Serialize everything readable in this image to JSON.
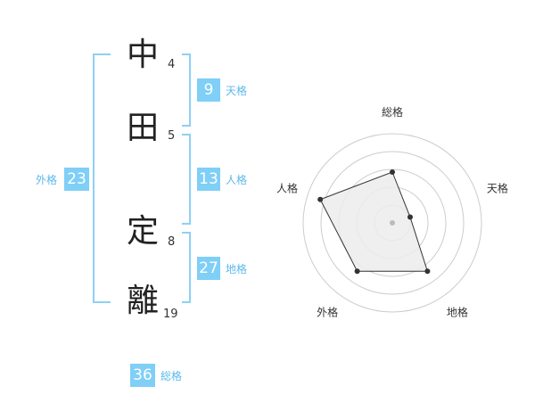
{
  "name": {
    "characters": [
      {
        "char": "中",
        "strokes": "4"
      },
      {
        "char": "田",
        "strokes": "5"
      },
      {
        "char": "定",
        "strokes": "8"
      },
      {
        "char": "離",
        "strokes": "19"
      }
    ]
  },
  "fortune": {
    "tenkaku": {
      "value": "9",
      "label": "天格"
    },
    "jinkaku": {
      "value": "13",
      "label": "人格"
    },
    "chikaku": {
      "value": "27",
      "label": "地格"
    },
    "gaikaku": {
      "value": "23",
      "label": "外格"
    },
    "soukaku": {
      "value": "36",
      "label": "総格"
    }
  },
  "radar": {
    "axes": [
      "総格",
      "天格",
      "地格",
      "外格",
      "人格"
    ],
    "values": [
      0.57,
      0.21,
      0.67,
      0.67,
      0.85
    ],
    "rings": 5,
    "colors": {
      "ring": "#cccccc",
      "fill": "#ececec",
      "stroke": "#333333",
      "point": "#333333",
      "center": "#bbbbbb"
    }
  }
}
